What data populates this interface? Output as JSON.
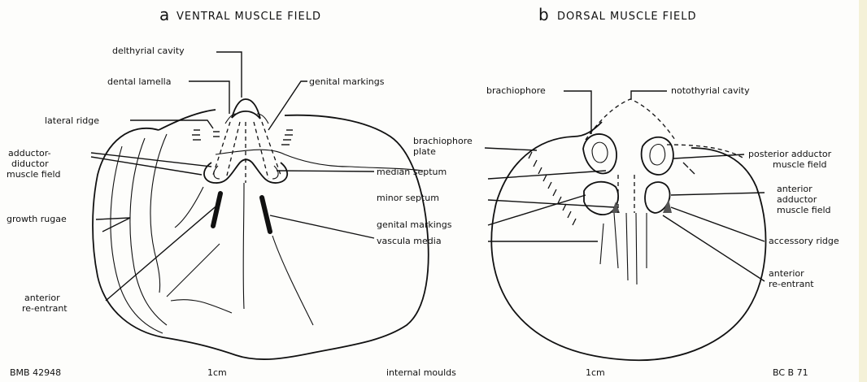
{
  "panel_a": {
    "letter": "a",
    "title": "VENTRAL MUSCLE FIELD",
    "specimen": "BMB 42948",
    "scale": "1cm",
    "labels": {
      "delthyrial_cavity": "delthyrial cavity",
      "dental_lamella": "dental lamella",
      "genital_markings": "genital markings",
      "lateral_ridge": "lateral ridge",
      "adductor_1": "adductor-",
      "adductor_2": "diductor",
      "adductor_3": "muscle field",
      "growth_rugae": "growth rugae",
      "anterior_1": "anterior",
      "anterior_2": "re-entrant"
    }
  },
  "panel_b": {
    "letter": "b",
    "title": "DORSAL  MUSCLE FIELD",
    "specimen": "BC B 71",
    "scale": "1cm",
    "labels": {
      "brachiophore": "brachiophore",
      "notothyrial_cavity": "notothyrial cavity",
      "brachiophore_plate_1": "brachiophore",
      "brachiophore_plate_2": "plate",
      "posterior_adductor_1": "posterior adductor",
      "posterior_adductor_2": "muscle field",
      "anterior_adductor_1": "anterior",
      "anterior_adductor_2": "adductor",
      "anterior_adductor_3": "muscle field",
      "accessory_ridge": "accessory ridge",
      "anterior_1": "anterior",
      "anterior_2": "re-entrant"
    }
  },
  "shared_labels": {
    "median_septum": "median septum",
    "minor_septum": "minor septum",
    "genital_markings": "genital markings",
    "vascula_media": "vascula media",
    "internal_moulds": "internal moulds"
  }
}
